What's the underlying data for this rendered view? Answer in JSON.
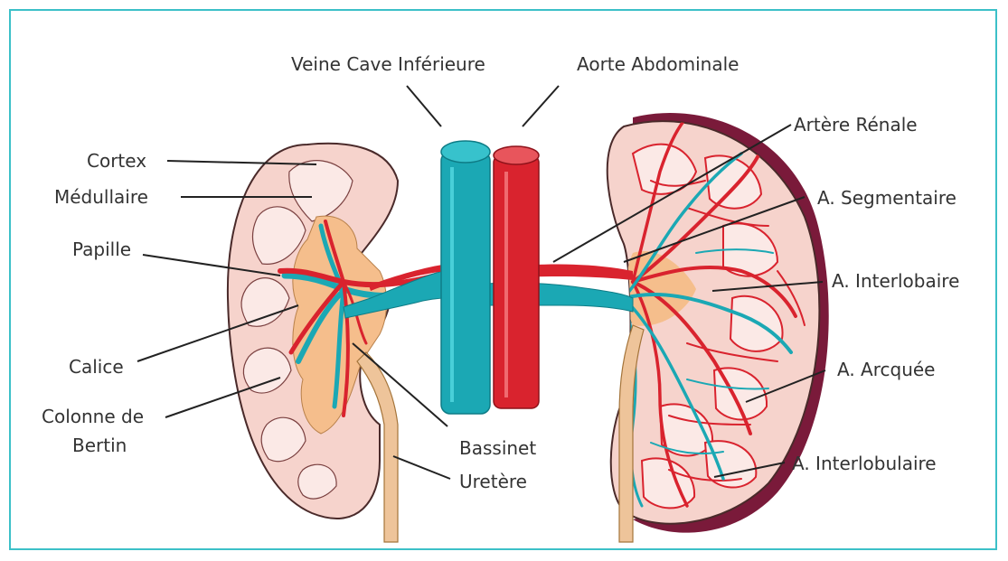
{
  "labels": {
    "veine_cave": "Veine Cave Inférieure",
    "aorte": "Aorte Abdominale",
    "cortex": "Cortex",
    "medullaire": "Médullaire",
    "papille": "Papille",
    "calice": "Calice",
    "colonne_line1": "Colonne de",
    "colonne_line2": "Bertin",
    "bassinet": "Bassinet",
    "uretere": "Uretère",
    "artere_renale": "Artère Rénale",
    "a_segmentaire": "A. Segmentaire",
    "a_interlobaire": "A. Interlobaire",
    "a_arcquee": "A. Arcquée",
    "a_interlobulaire": "A. Interlobulaire"
  },
  "colors": {
    "frame": "#3cc0c8",
    "vein": "#1ba8b4",
    "artery": "#d9232e",
    "kidney_fill": "#f6d3cc",
    "kidney_outline": "#4a2a2a",
    "pelvis": "#f5be8c",
    "capsule": "#7a1a3a",
    "ureter": "#eec49a",
    "leader_line": "#222222"
  }
}
